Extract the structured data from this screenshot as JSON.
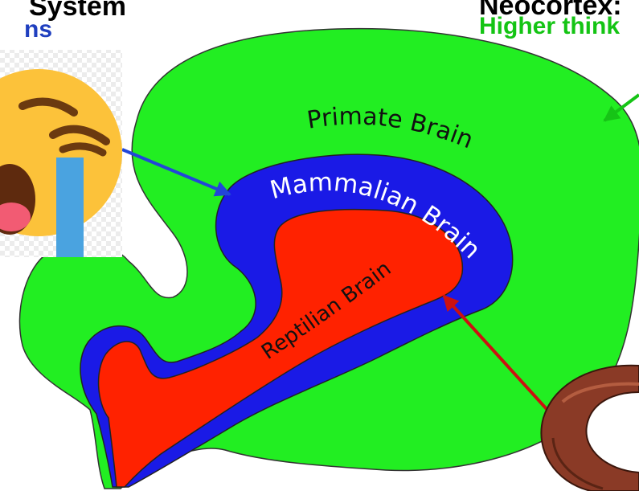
{
  "header": {
    "left_line1": "System",
    "left_line2": "ns",
    "right_line1": "Neocortex:",
    "right_line2": "Higher think"
  },
  "labels": {
    "primate": "Primate Brain",
    "mammalian": "Mammalian Brain",
    "reptilian": "Reptilian Brain"
  },
  "colors": {
    "primate": "#22ee22",
    "mammalian": "#1a1ae6",
    "reptilian": "#ff2200",
    "arrow_blue": "#2246d8",
    "arrow_green": "#16c416",
    "arrow_red": "#cc1111",
    "emoji_face": "#fcc23a",
    "emoji_tear": "#4aa3e0",
    "snake": "#8a3a26"
  },
  "icons": {
    "emoji": "crying-face-emoji",
    "snake": "snake-photo"
  }
}
